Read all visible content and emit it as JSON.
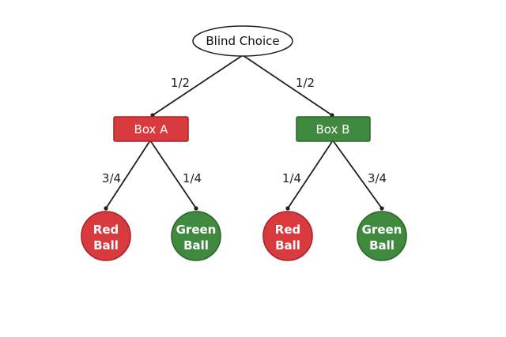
{
  "root": {
    "label": "Blind Choice"
  },
  "boxes": [
    {
      "label": "Box A",
      "probability": "1/2",
      "color": "#d93a3e",
      "border": "#a82328"
    },
    {
      "label": "Box B",
      "probability": "1/2",
      "color": "#3f8a3f",
      "border": "#2b652b"
    }
  ],
  "balls": [
    {
      "line1": "Red",
      "line2": "Ball",
      "probability": "3/4",
      "color": "#d93a3e",
      "border": "#a82328"
    },
    {
      "line1": "Green",
      "line2": "Ball",
      "probability": "1/4",
      "color": "#3f8a3f",
      "border": "#2b652b"
    },
    {
      "line1": "Red",
      "line2": "Ball",
      "probability": "1/4",
      "color": "#d93a3e",
      "border": "#a82328"
    },
    {
      "line1": "Green",
      "line2": "Ball",
      "probability": "3/4",
      "color": "#3f8a3f",
      "border": "#2b652b"
    }
  ]
}
